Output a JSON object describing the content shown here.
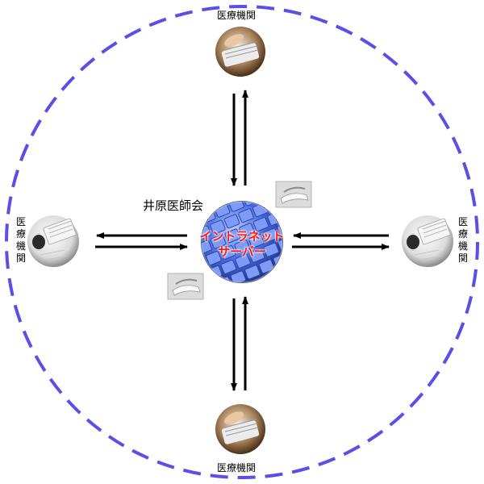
{
  "hub": {
    "title": "井原医師会",
    "server_line1": "イントラネット",
    "server_line2": "サーバー"
  },
  "nodes": {
    "top": "医療機関",
    "bottom": "医療機関",
    "left": "医療機関",
    "right": "医療機関"
  },
  "icons": {
    "node_top": "typing-hands-keyboard-icon",
    "node_bottom": "typing-hands-keyboard-icon",
    "node_left": "keyboard-coffee-desk-icon",
    "node_right": "keyboard-coffee-desk-icon",
    "server": "keyboard-globe-icon",
    "phone": "telephone-icon"
  },
  "colors": {
    "ring": "#5a4fe6",
    "server_text": "#ff1a1a",
    "server_keys": "#4a6fe0"
  }
}
